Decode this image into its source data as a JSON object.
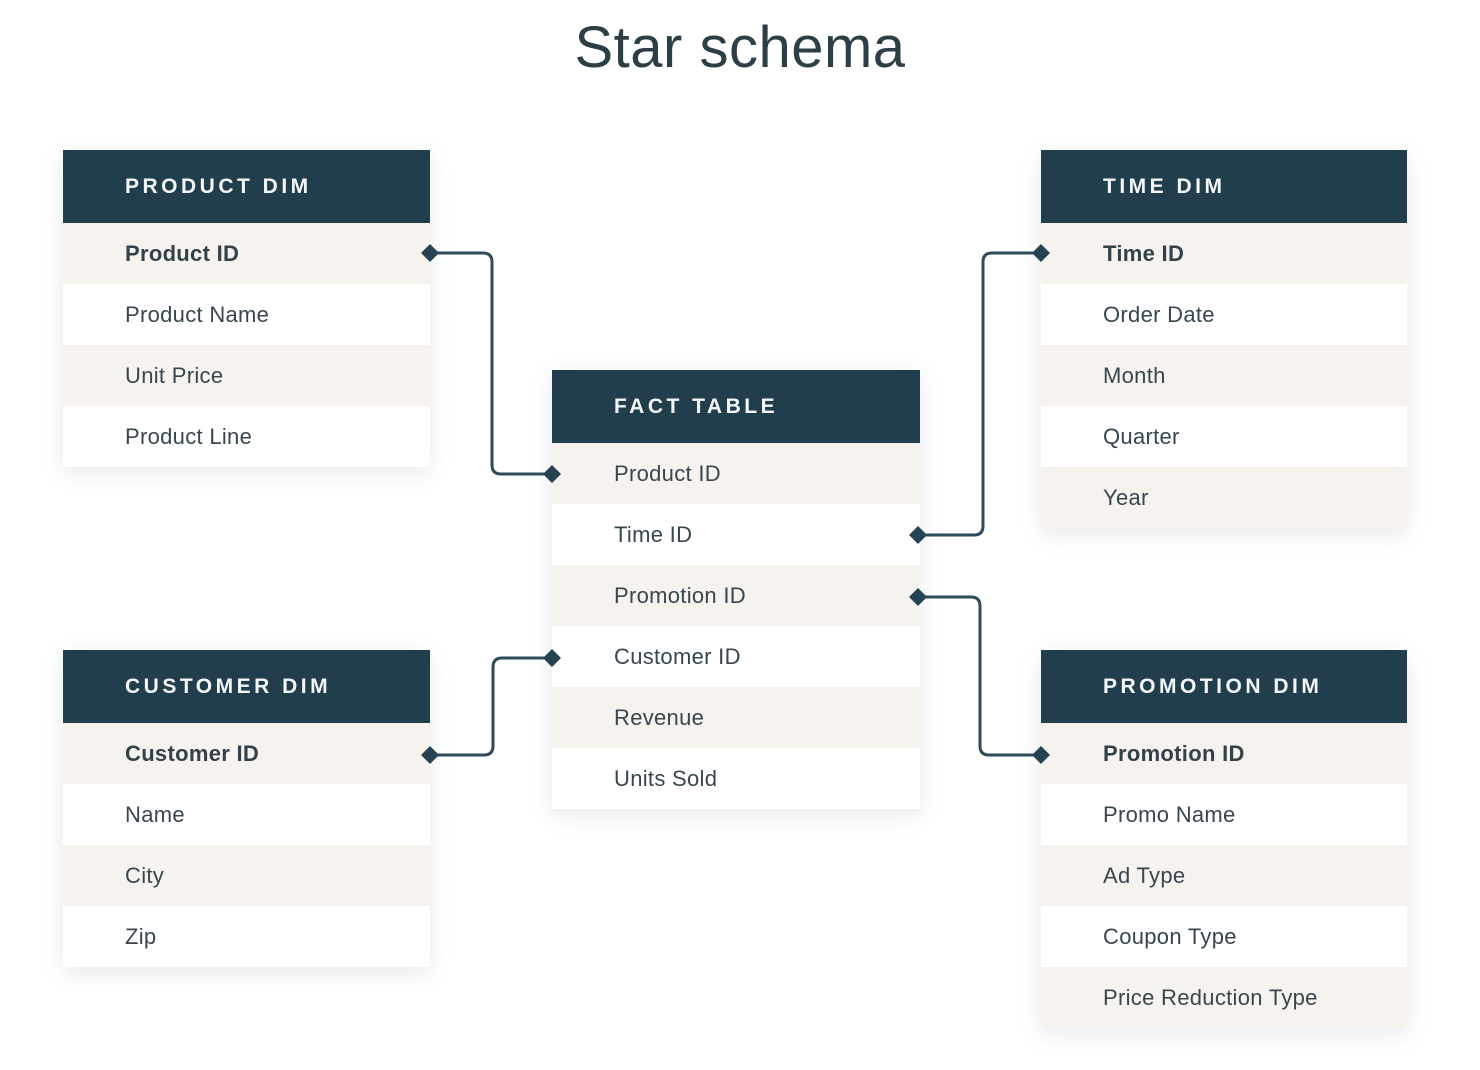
{
  "title": "Star schema",
  "colors": {
    "header_bg": "#213e4d",
    "header_text": "#f4f6f7",
    "row_bg": "#ffffff",
    "row_alt_bg": "#f6f3ef",
    "row_text": "#36474f",
    "connector": "#2d4c5c",
    "title_text": "#2c3e46"
  },
  "tables": {
    "product": {
      "name": "PRODUCT DIM",
      "fields": [
        {
          "label": "Product ID",
          "key": true
        },
        {
          "label": "Product Name",
          "key": false
        },
        {
          "label": "Unit Price",
          "key": false
        },
        {
          "label": "Product Line",
          "key": false
        }
      ]
    },
    "time": {
      "name": "TIME DIM",
      "fields": [
        {
          "label": "Time ID",
          "key": true
        },
        {
          "label": "Order Date",
          "key": false
        },
        {
          "label": "Month",
          "key": false
        },
        {
          "label": "Quarter",
          "key": false
        },
        {
          "label": "Year",
          "key": false
        }
      ]
    },
    "fact": {
      "name": "FACT TABLE",
      "fields": [
        {
          "label": "Product ID",
          "key": false
        },
        {
          "label": "Time ID",
          "key": false
        },
        {
          "label": "Promotion ID",
          "key": false
        },
        {
          "label": "Customer ID",
          "key": false
        },
        {
          "label": "Revenue",
          "key": false
        },
        {
          "label": "Units Sold",
          "key": false
        }
      ]
    },
    "customer": {
      "name": "CUSTOMER DIM",
      "fields": [
        {
          "label": "Customer ID",
          "key": true
        },
        {
          "label": "Name",
          "key": false
        },
        {
          "label": "City",
          "key": false
        },
        {
          "label": "Zip",
          "key": false
        }
      ]
    },
    "promotion": {
      "name": "PROMOTION DIM",
      "fields": [
        {
          "label": "Promotion ID",
          "key": true
        },
        {
          "label": "Promo Name",
          "key": false
        },
        {
          "label": "Ad Type",
          "key": false
        },
        {
          "label": "Coupon Type",
          "key": false
        },
        {
          "label": "Price Reduction Type",
          "key": false
        }
      ]
    }
  },
  "connections": [
    {
      "from": "PRODUCT DIM.Product ID",
      "to": "FACT TABLE.Product ID"
    },
    {
      "from": "FACT TABLE.Time ID",
      "to": "TIME DIM.Time ID"
    },
    {
      "from": "FACT TABLE.Promotion ID",
      "to": "PROMOTION DIM.Promotion ID"
    },
    {
      "from": "CUSTOMER DIM.Customer ID",
      "to": "FACT TABLE.Customer ID"
    }
  ]
}
